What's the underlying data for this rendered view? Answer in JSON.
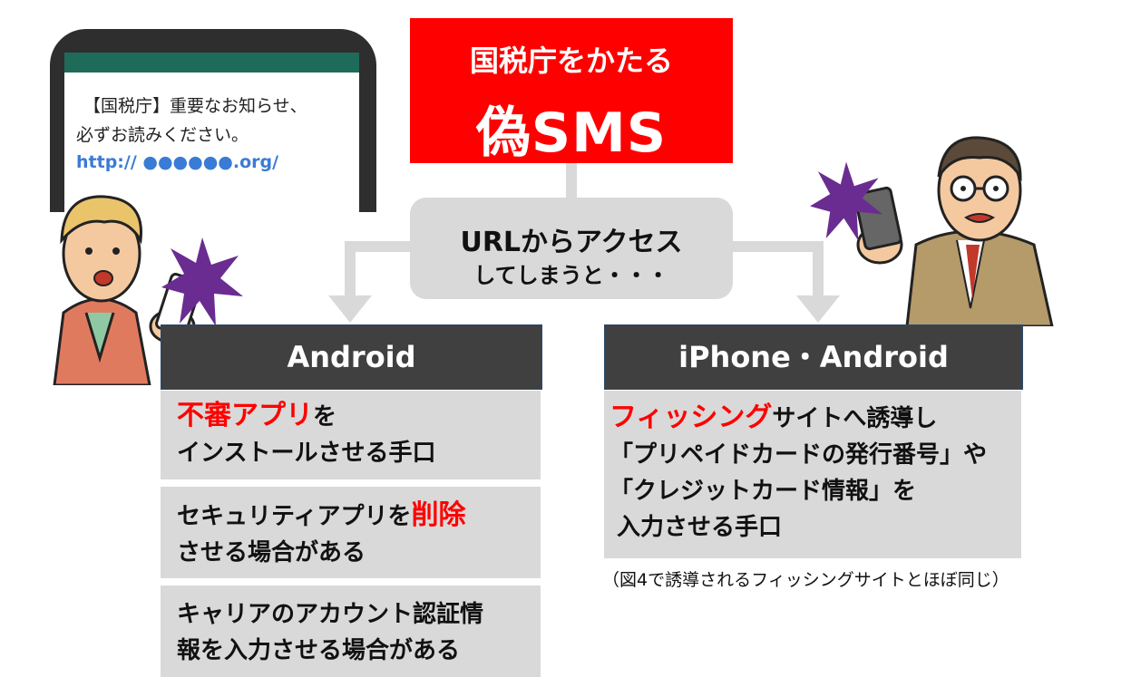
{
  "phone": {
    "line1": "【国税庁】重要なお知らせ、",
    "line2": "必ずお読みください。",
    "url": "http:// ●●●●●●.org/"
  },
  "title": {
    "line1": "国税庁をかたる",
    "line2": "偽SMS"
  },
  "access": {
    "line1": "URLからアクセス",
    "line2": "してしまうと・・・"
  },
  "android": {
    "header": "Android",
    "box1_red": "不審アプリ",
    "box1_rest": "を",
    "box1_line2": "インストールさせる手口",
    "box2_pre": "セキュリティアプリを",
    "box2_red": "削除",
    "box2_line2": "させる場合がある",
    "box3_line1": "キャリアのアカウント認証情",
    "box3_line2": "報を入力させる場合がある"
  },
  "iphone": {
    "header": "iPhone・Android",
    "red": "フィッシング",
    "line1_rest": "サイトへ誘導し",
    "line2": "「プリペイドカードの発行番号」や",
    "line3": "「クレジットカード情報」を",
    "line4": "入力させる手口",
    "note": "（図4で誘導されるフィッシングサイトとほぼ同じ）"
  },
  "colors": {
    "title_bg": "#ff0000",
    "header_bg": "#404040",
    "box_bg": "#d9d9d9",
    "accent_red": "#ff0000",
    "url_blue": "#3a7bd5"
  }
}
